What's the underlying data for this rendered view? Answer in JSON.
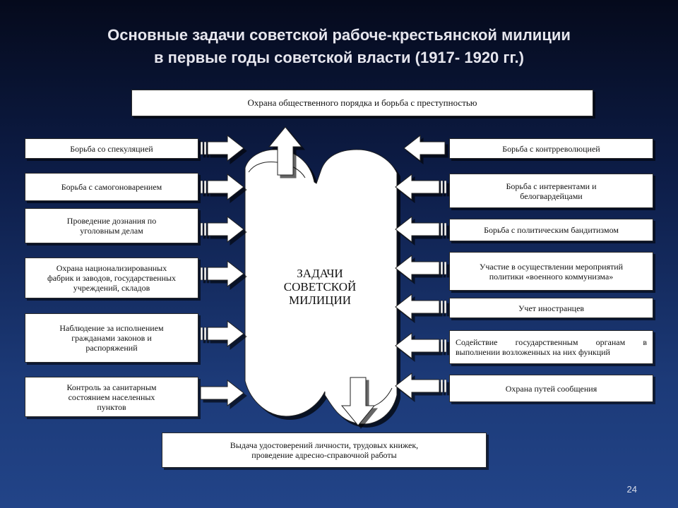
{
  "title": {
    "line1": "Основные задачи советской рабоче-крестьянской милиции",
    "line2": "в первые годы советской власти (1917- 1920 гг.)"
  },
  "center": {
    "line1": "ЗАДАЧИ",
    "line2": "СОВЕТСКОЙ",
    "line3": "МИЛИЦИИ"
  },
  "top_box": "Охрана общественного порядка и борьба с преступностью",
  "bottom_box": {
    "line1": "Выдача удостоверений личности, трудовых книжек,",
    "line2": "проведение адресно-справочной работы"
  },
  "left_boxes": [
    {
      "lines": [
        "Борьба со спекуляцией"
      ]
    },
    {
      "lines": [
        "Борьба с самогоноварением"
      ]
    },
    {
      "lines": [
        "Проведение дознания по",
        "уголовным делам"
      ]
    },
    {
      "lines": [
        "Охрана национализированных",
        "фабрик и заводов, государственных",
        "учреждений, складов"
      ]
    },
    {
      "lines": [
        "Наблюдение за исполнением",
        "гражданами законов и",
        "распоряжений"
      ]
    },
    {
      "lines": [
        "Контроль за санитарным",
        "состоянием населенных",
        "пунктов"
      ]
    }
  ],
  "right_boxes": [
    {
      "lines": [
        "Борьба с контрреволюцией"
      ]
    },
    {
      "lines": [
        "Борьба с интервентами и",
        "белогвардейцами"
      ]
    },
    {
      "lines": [
        "Борьба с политическим бандитизмом"
      ]
    },
    {
      "lines": [
        "Участие в осуществлении мероприятий",
        "политики «военного коммунизма»"
      ]
    },
    {
      "lines": [
        "Учет иностранцев"
      ]
    },
    {
      "lines": [
        "Содействие государственным органам в",
        "выполнении возложенных на них функций"
      ]
    },
    {
      "lines": [
        "Охрана путей сообщения"
      ]
    }
  ],
  "slide_number": "24"
}
